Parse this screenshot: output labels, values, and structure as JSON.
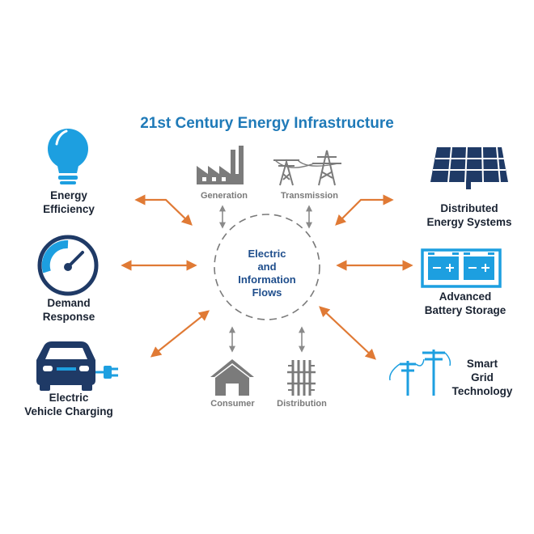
{
  "title": "21st Century Energy Infrastructure",
  "center": {
    "lines": [
      "Electric",
      "and",
      "Information",
      "Flows"
    ]
  },
  "inner_nodes": {
    "generation": "Generation",
    "transmission": "Transmission",
    "consumer": "Consumer",
    "distribution": "Distribution"
  },
  "outer_nodes": {
    "energy_efficiency": [
      "Energy",
      "Efficiency"
    ],
    "demand_response": [
      "Demand",
      "Response"
    ],
    "ev_charging": [
      "Electric",
      "Vehicle Charging"
    ],
    "distributed": [
      "Distributed",
      "Energy Systems"
    ],
    "battery": [
      "Advanced",
      "Battery Storage"
    ],
    "smart_grid": [
      "Smart",
      "Grid",
      "Technology"
    ]
  },
  "colors": {
    "title": "#1f7ab8",
    "navy": "#1f3a66",
    "blue": "#1d9fe0",
    "gray_icon": "#7b7b7b",
    "arrow_orange": "#e07a35",
    "arrow_gray": "#8a8a8a",
    "center_text": "#1f4e8c"
  },
  "icons": [
    "lightbulb-icon",
    "speedometer-icon",
    "electric-car-icon",
    "solar-panel-icon",
    "battery-icon",
    "power-poles-icon",
    "factory-icon",
    "transmission-tower-icon",
    "house-icon",
    "distribution-icon"
  ]
}
